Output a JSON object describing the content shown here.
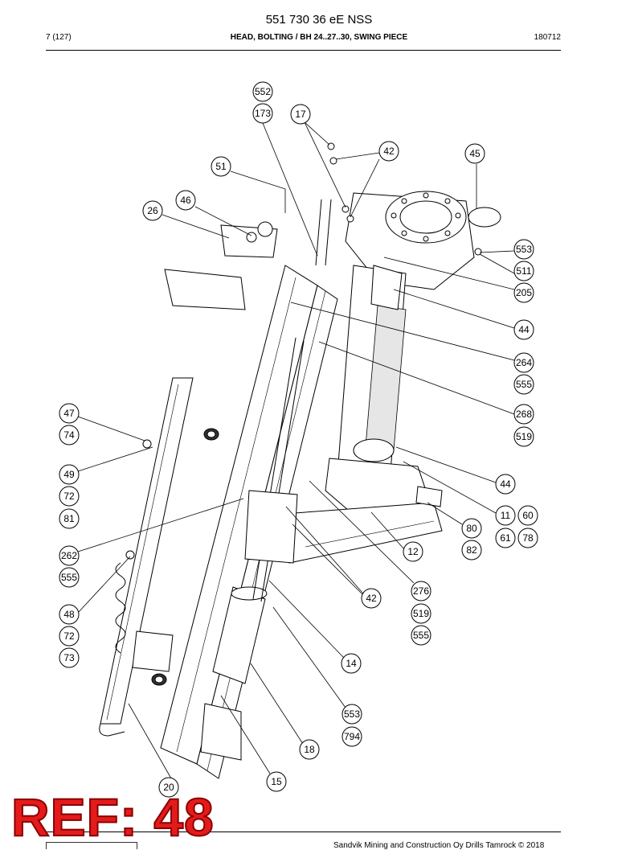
{
  "header": {
    "doc_number": "551 730 36 eE NSS",
    "page": "7 (127)",
    "section_title": "HEAD, BOLTING / BH 24..27..30, SWING PIECE",
    "date": "180712"
  },
  "footer": {
    "copyright": "Sandvik Mining and Construction Oy Drills Tamrock © 2018"
  },
  "stamp": {
    "text": "REF: 48",
    "color": "#e41b1b"
  },
  "callouts": [
    "552",
    "173",
    "17",
    "42",
    "45",
    "51",
    "46",
    "26",
    "553",
    "511",
    "205",
    "44",
    "264",
    "555",
    "268",
    "519",
    "47",
    "74",
    "49",
    "72",
    "81",
    "44",
    "11",
    "60",
    "61",
    "78",
    "80",
    "82",
    "12",
    "262",
    "555",
    "276",
    "519",
    "555",
    "42",
    "48",
    "72",
    "73",
    "14",
    "553",
    "794",
    "18",
    "20",
    "15"
  ]
}
